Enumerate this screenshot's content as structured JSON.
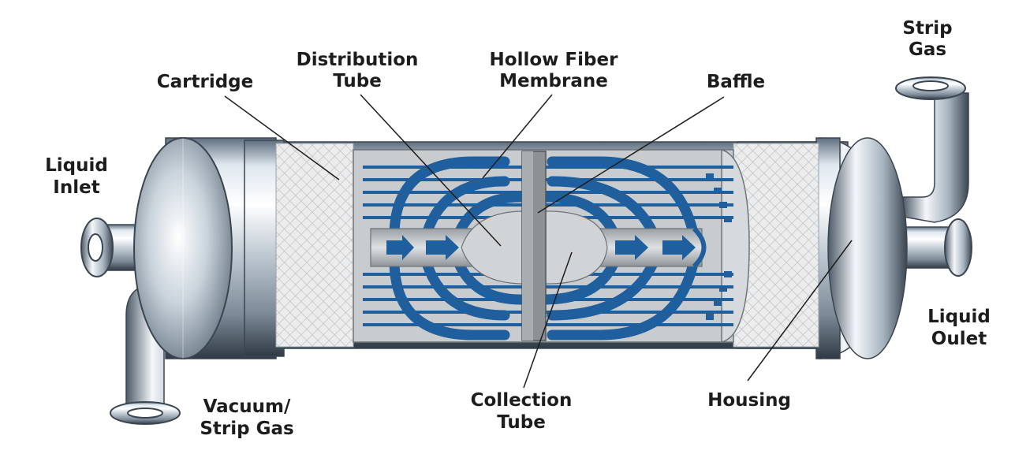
{
  "labels": {
    "cartridge": "Cartridge",
    "distribution_tube": [
      "Distribution",
      "Tube"
    ],
    "hollow_fiber_membrane": [
      "Hollow Fiber",
      "Membrane"
    ],
    "baffle": "Baffle",
    "strip_gas": [
      "Strip",
      "Gas"
    ],
    "liquid_inlet": [
      "Liquid",
      "Inlet"
    ],
    "liquid_outlet": [
      "Liquid",
      "Oulet"
    ],
    "vacuum_strip_gas": [
      "Vacuum/",
      "Strip Gas"
    ],
    "collection_tube": [
      "Collection",
      "Tube"
    ],
    "housing": "Housing"
  },
  "colors": {
    "fiber_blue": "#1f5f9e",
    "steel_light": "#eef3f7",
    "steel_dark": "#5f6f80",
    "mesh": "#e6e8ea",
    "core_gray": "#cfd2d4",
    "baffle_gray": "#8c9194"
  }
}
